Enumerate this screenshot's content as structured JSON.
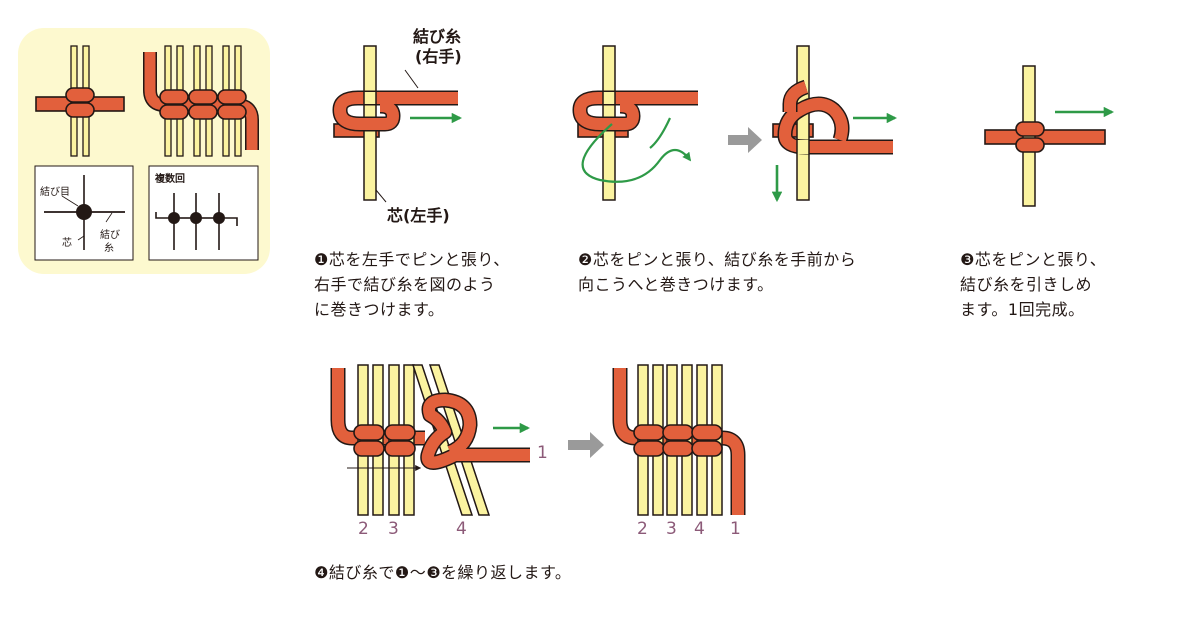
{
  "legend": {
    "box1": {
      "knot_label": "結び目",
      "core_label": "芯",
      "cord_label_line1": "結び",
      "cord_label_line2": "糸"
    },
    "box2": {
      "title": "複数回"
    }
  },
  "step1": {
    "cord_label_line1": "結び糸",
    "cord_label_line2": "(右手)",
    "core_label": "芯(左手)",
    "caption_line1": "❶芯を左手でピンと張り、",
    "caption_line2": "右手で結び糸を図のよう",
    "caption_line3": "に巻きつけます。"
  },
  "step2": {
    "caption_line1": "❷芯をピンと張り、結び糸を手前から",
    "caption_line2": "向こうへと巻きつけます。"
  },
  "step3": {
    "caption_line1": "❸芯をピンと張り、",
    "caption_line2": "結び糸を引きしめ",
    "caption_line3": "ます。1回完成。"
  },
  "step4": {
    "left_numbers": [
      "2",
      "3",
      "4",
      "1"
    ],
    "right_numbers": [
      "2",
      "3",
      "4",
      "1"
    ],
    "caption": "❹結び糸で❶〜❸を繰り返します。"
  },
  "colors": {
    "cord": "#e2603c",
    "core": "#fbf3a0",
    "arrow_green": "#2e9a47",
    "arrow_gray": "#9a9a9a",
    "legend_bg": "#fdf9cf",
    "number": "#8c5a78"
  }
}
